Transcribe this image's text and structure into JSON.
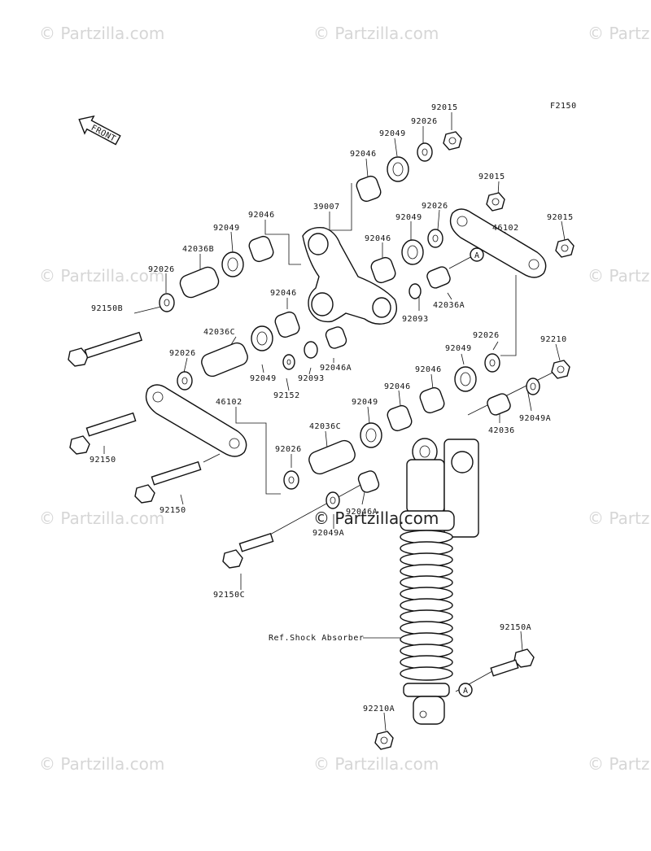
{
  "drawing_code": "F2150",
  "front_label": "FRONT",
  "watermark_text": "© Partzilla.com",
  "center_watermark_text": "© Partzilla.com",
  "ref_label": "Ref.Shock Absorber",
  "callout_letter": "A",
  "parts": [
    {
      "id": "p01",
      "code": "92015"
    },
    {
      "id": "p02",
      "code": "92026"
    },
    {
      "id": "p03",
      "code": "92049"
    },
    {
      "id": "p04",
      "code": "92046"
    },
    {
      "id": "p05",
      "code": "39007"
    },
    {
      "id": "p06",
      "code": "92046"
    },
    {
      "id": "p07",
      "code": "92049"
    },
    {
      "id": "p08",
      "code": "42036B"
    },
    {
      "id": "p09",
      "code": "92026"
    },
    {
      "id": "p10",
      "code": "92150B"
    },
    {
      "id": "p11",
      "code": "92015"
    },
    {
      "id": "p12",
      "code": "92026"
    },
    {
      "id": "p13",
      "code": "92049"
    },
    {
      "id": "p14",
      "code": "46102"
    },
    {
      "id": "p15",
      "code": "92015"
    },
    {
      "id": "p16",
      "code": "92046"
    },
    {
      "id": "p17",
      "code": "42036A"
    },
    {
      "id": "p18",
      "code": "92093"
    },
    {
      "id": "p19",
      "code": "92046"
    },
    {
      "id": "p20",
      "code": "42036C"
    },
    {
      "id": "p21",
      "code": "92026"
    },
    {
      "id": "p22",
      "code": "92049"
    },
    {
      "id": "p23",
      "code": "92093"
    },
    {
      "id": "p24",
      "code": "92152"
    },
    {
      "id": "p25",
      "code": "92046A"
    },
    {
      "id": "p26",
      "code": "92026"
    },
    {
      "id": "p27",
      "code": "92049"
    },
    {
      "id": "p28",
      "code": "92210"
    },
    {
      "id": "p29",
      "code": "92046"
    },
    {
      "id": "p30",
      "code": "92046"
    },
    {
      "id": "p31",
      "code": "92049"
    },
    {
      "id": "p32",
      "code": "92049A"
    },
    {
      "id": "p33",
      "code": "46102"
    },
    {
      "id": "p34",
      "code": "42036C"
    },
    {
      "id": "p35",
      "code": "42036"
    },
    {
      "id": "p36",
      "code": "92150"
    },
    {
      "id": "p37",
      "code": "92026"
    },
    {
      "id": "p38",
      "code": "92150"
    },
    {
      "id": "p39",
      "code": "92046A"
    },
    {
      "id": "p40",
      "code": "92049A"
    },
    {
      "id": "p41",
      "code": "92150C"
    },
    {
      "id": "p42",
      "code": "92150A"
    },
    {
      "id": "p43",
      "code": "92210A"
    }
  ]
}
